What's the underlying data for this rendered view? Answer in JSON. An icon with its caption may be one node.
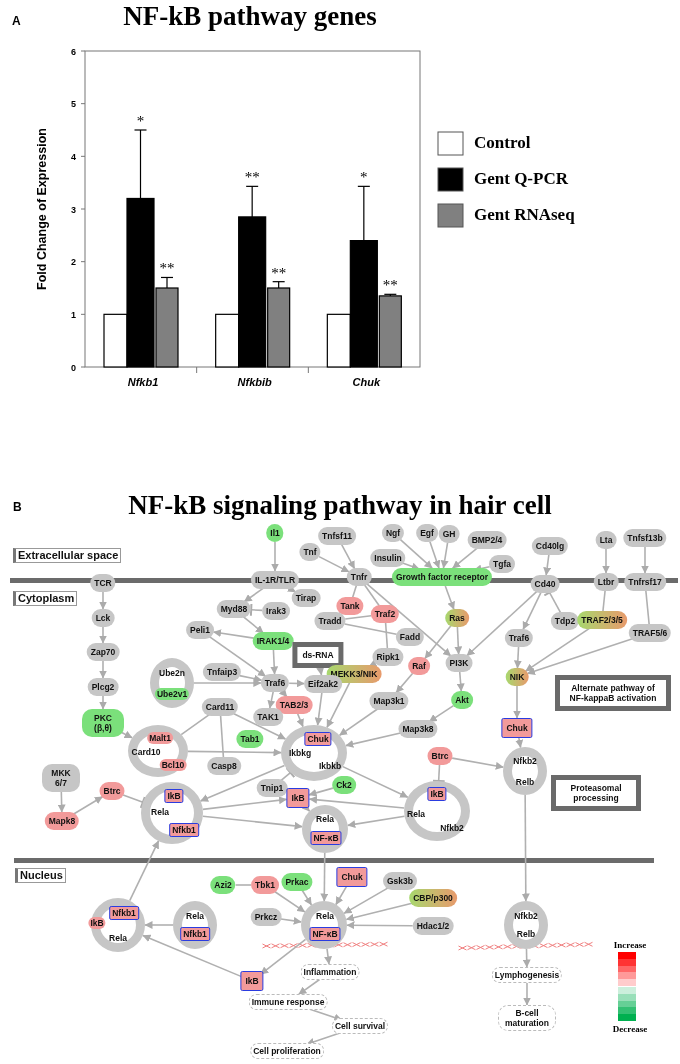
{
  "diagram": {
    "title": "NF-kB signaling pathway in hair cell",
    "nodes": [
      {
        "text": [
          "Extracellular space"
        ]
      },
      {
        "text": [
          "Cytoplasm"
        ]
      },
      {
        "text": [
          "Nucleus"
        ]
      },
      {
        "text": [
          "Il1"
        ]
      },
      {
        "text": [
          "Tnf"
        ]
      },
      {
        "text": [
          "Tnfsf11"
        ]
      },
      {
        "text": [
          "Ngf"
        ]
      },
      {
        "text": [
          "Egf"
        ]
      },
      {
        "text": [
          "GH"
        ]
      },
      {
        "text": [
          "BMP2/4"
        ]
      },
      {
        "text": [
          "Insulin"
        ]
      },
      {
        "text": [
          "Tgfa"
        ]
      },
      {
        "text": [
          "Cd40lg"
        ]
      },
      {
        "text": [
          "Lta"
        ]
      },
      {
        "text": [
          "Tnfsf13b"
        ]
      },
      {
        "text": [
          "TCR"
        ]
      },
      {
        "text": [
          "IL-1R/TLR"
        ]
      },
      {
        "text": [
          "Tnfr"
        ]
      },
      {
        "text": [
          "Growth factor receptor"
        ]
      },
      {
        "text": [
          "Cd40"
        ]
      },
      {
        "text": [
          "Ltbr"
        ]
      },
      {
        "text": [
          "Tnfrsf17"
        ]
      },
      {
        "text": [
          "Tirap"
        ]
      },
      {
        "text": [
          "Tank"
        ]
      },
      {
        "text": [
          "Myd88"
        ]
      },
      {
        "text": [
          "Irak3"
        ]
      },
      {
        "text": [
          "Traf2"
        ]
      },
      {
        "text": [
          "Ras"
        ]
      },
      {
        "text": [
          "Tdp2"
        ]
      },
      {
        "text": [
          "TRAF2/3/5"
        ]
      },
      {
        "text": [
          "Lck"
        ]
      },
      {
        "text": [
          "Tradd"
        ]
      },
      {
        "text": [
          "TRAF5/6"
        ]
      },
      {
        "text": [
          "Fadd"
        ]
      },
      {
        "text": [
          "IRAK1/4"
        ]
      },
      {
        "text": [
          "Traf6"
        ]
      },
      {
        "text": [
          "Peli1"
        ]
      },
      {
        "text": [
          "Zap70"
        ]
      },
      {
        "text": [
          "ds-RNA"
        ]
      },
      {
        "text": [
          "Ripk1"
        ]
      },
      {
        "text": [
          "PI3K"
        ]
      },
      {
        "text": [
          "Raf"
        ]
      },
      {
        "text": [
          "Tnfaip3"
        ]
      },
      {
        "text": [
          "MEKK3/NIK"
        ]
      },
      {
        "text": [
          "NIK"
        ]
      },
      {
        "text": [],
        "shape": "circle"
      },
      {
        "text": [
          "Ube2n"
        ],
        "in": 45
      },
      {
        "text": [
          "Ube2v1"
        ],
        "in": 45
      },
      {
        "text": [
          "Traf6"
        ]
      },
      {
        "text": [
          "Eif2ak2"
        ]
      },
      {
        "text": [
          "Plcg2"
        ]
      },
      {
        "text": [
          "Alternate pathway of NF-kappaB activation"
        ]
      },
      {
        "text": [
          "Akt"
        ]
      },
      {
        "text": [
          "Map3k1"
        ]
      },
      {
        "text": [
          "TAB2/3"
        ]
      },
      {
        "text": [
          "Card11"
        ]
      },
      {
        "text": [
          "TAK1"
        ]
      },
      {
        "text": [
          "PKC (β,θ)"
        ]
      },
      {
        "text": [],
        "shape": "circle"
      },
      {
        "text": [
          "Malt1"
        ],
        "in": 58
      },
      {
        "text": [
          "Card10"
        ],
        "in": 58
      },
      {
        "text": [
          "Bcl10"
        ],
        "in": 58
      },
      {
        "text": [
          "Map3k8"
        ]
      },
      {
        "text": [
          "Chuk"
        ]
      },
      {
        "text": [],
        "shape": "circle"
      },
      {
        "text": [
          "Chuk"
        ],
        "in": 64
      },
      {
        "text": [
          "Ikbkg"
        ],
        "in": 64
      },
      {
        "text": [
          "Ikbkb"
        ],
        "in": 64
      },
      {
        "text": [
          "Tab1"
        ]
      },
      {
        "text": [
          "Casp8"
        ]
      },
      {
        "text": [
          "Btrc"
        ]
      },
      {
        "text": [],
        "shape": "circle"
      },
      {
        "text": [
          "Nfkb2"
        ],
        "in": 71
      },
      {
        "text": [
          "Relb"
        ],
        "in": 71
      },
      {
        "text": [
          "MKK 6/7"
        ]
      },
      {
        "text": [
          "Proteasomal processing"
        ]
      },
      {
        "text": [
          "Tnip1"
        ]
      },
      {
        "text": [
          "Ck2"
        ]
      },
      {
        "text": [
          "Btrc"
        ]
      },
      {
        "text": [],
        "shape": "circle"
      },
      {
        "text": [
          "IkB"
        ],
        "in": 79
      },
      {
        "text": [
          "Rela"
        ],
        "in": 79
      },
      {
        "text": [
          "Nfkb1"
        ],
        "in": 79
      },
      {
        "text": [
          "IkB"
        ]
      },
      {
        "text": [],
        "shape": "circle"
      },
      {
        "text": [
          "IkB"
        ],
        "in": 84
      },
      {
        "text": [
          "Rela"
        ],
        "in": 84
      },
      {
        "text": [
          "Nfkb2"
        ],
        "in": 84
      },
      {
        "text": [
          "Mapk8"
        ]
      },
      {
        "text": [],
        "shape": "circle"
      },
      {
        "text": [
          "Rela"
        ],
        "in": 89
      },
      {
        "text": [
          "NF-κB"
        ],
        "in": 89
      },
      {
        "text": [
          "Azi2"
        ]
      },
      {
        "text": [
          "Tbk1"
        ]
      },
      {
        "text": [
          "Prkac"
        ]
      },
      {
        "text": [
          "Chuk"
        ]
      },
      {
        "text": [
          "Gsk3b"
        ]
      },
      {
        "text": [
          "CBP/p300"
        ]
      },
      {
        "text": [
          "Hdac1/2"
        ]
      },
      {
        "text": [],
        "shape": "circle"
      },
      {
        "text": [
          "Nfkb1"
        ],
        "in": 99
      },
      {
        "text": [
          "IkB"
        ],
        "in": 99
      },
      {
        "text": [
          "Rela"
        ],
        "in": 99
      },
      {
        "text": [],
        "shape": "circle"
      },
      {
        "text": [
          "Rela"
        ],
        "in": 103
      },
      {
        "text": [
          "Nfkb1"
        ],
        "in": 103
      },
      {
        "text": [
          "Prkcz"
        ]
      },
      {
        "text": [],
        "shape": "circle"
      },
      {
        "text": [
          "Rela"
        ],
        "in": 107
      },
      {
        "text": [
          "NF-κB"
        ],
        "in": 107
      },
      {
        "text": [],
        "shape": "circle"
      },
      {
        "text": [
          "Nfkb2"
        ],
        "in": 110
      },
      {
        "text": [
          "Relb"
        ],
        "in": 110
      },
      {
        "text": [
          "Inflammation"
        ]
      },
      {
        "text": [
          "Lymphogenesis"
        ]
      },
      {
        "text": [
          "IkB"
        ]
      },
      {
        "text": [
          "Immune response"
        ]
      },
      {
        "text": [
          "B-cell maturation"
        ]
      },
      {
        "text": [
          "Cell survival"
        ]
      },
      {
        "text": [
          "Cell proliferation"
        ]
      }
    ],
    "edges": [
      {
        "from": 3,
        "to": 16,
        "arrow": "to"
      },
      {
        "from": 4,
        "to": 17,
        "arrow": "to"
      },
      {
        "from": 5,
        "to": 17,
        "arrow": "to"
      },
      {
        "from": 6,
        "to": 18,
        "arrow": "to"
      },
      {
        "from": 7,
        "to": 18,
        "arrow": "to"
      },
      {
        "from": 8,
        "to": 18,
        "arrow": "to"
      },
      {
        "from": 9,
        "to": 18,
        "arrow": "to"
      },
      {
        "from": 10,
        "to": 18,
        "arrow": "to"
      },
      {
        "from": 11,
        "to": 18,
        "arrow": "to"
      },
      {
        "from": 12,
        "to": 19,
        "arrow": "to"
      },
      {
        "from": 13,
        "to": 20,
        "arrow": "to"
      },
      {
        "from": 14,
        "to": 21,
        "arrow": "to"
      },
      {
        "from": 16,
        "to": 24,
        "arrow": "to"
      },
      {
        "from": 16,
        "to": 22,
        "arrow": "to"
      },
      {
        "from": 25,
        "to": 24,
        "arrow": "other"
      },
      {
        "from": 24,
        "to": 34,
        "arrow": "to"
      },
      {
        "from": 34,
        "to": 36,
        "arrow": "to"
      },
      {
        "from": 34,
        "to": 48,
        "arrow": "to"
      },
      {
        "from": 36,
        "to": 48,
        "arrow": "to"
      },
      {
        "from": 42,
        "to": 48,
        "arrow": "to"
      },
      {
        "from": 45,
        "to": 48,
        "arrow": "to"
      },
      {
        "from": 15,
        "to": 30,
        "arrow": "to"
      },
      {
        "from": 30,
        "to": 37,
        "arrow": "to"
      },
      {
        "from": 37,
        "to": 50,
        "arrow": "to"
      },
      {
        "from": 50,
        "to": 57,
        "arrow": "to"
      },
      {
        "from": 57,
        "to": 58,
        "arrow": "to"
      },
      {
        "from": 17,
        "to": 23,
        "arrow": "none"
      },
      {
        "from": 17,
        "to": 26,
        "arrow": "none"
      },
      {
        "from": 26,
        "to": 31,
        "arrow": "none"
      },
      {
        "from": 17,
        "to": 40,
        "arrow": "to"
      },
      {
        "from": 31,
        "to": 33,
        "arrow": "none"
      },
      {
        "from": 26,
        "to": 39,
        "arrow": "none"
      },
      {
        "from": 39,
        "to": 43,
        "arrow": "to"
      },
      {
        "from": 18,
        "to": 27,
        "arrow": "to"
      },
      {
        "from": 27,
        "to": 41,
        "arrow": "to"
      },
      {
        "from": 27,
        "to": 40,
        "arrow": "to"
      },
      {
        "from": 40,
        "to": 52,
        "arrow": "to"
      },
      {
        "from": 41,
        "to": 53,
        "arrow": "to"
      },
      {
        "from": 52,
        "to": 62,
        "arrow": "to"
      },
      {
        "from": 53,
        "to": 64,
        "arrow": "to"
      },
      {
        "from": 62,
        "to": 64,
        "arrow": "to"
      },
      {
        "from": 43,
        "to": 64,
        "arrow": "to"
      },
      {
        "from": 48,
        "to": 49,
        "arrow": "to"
      },
      {
        "from": 38,
        "to": 49,
        "arrow": "to"
      },
      {
        "from": 48,
        "to": 56,
        "arrow": "to"
      },
      {
        "from": 48,
        "to": 54,
        "arrow": "to"
      },
      {
        "from": 49,
        "to": 64,
        "arrow": "to"
      },
      {
        "from": 54,
        "to": 64,
        "arrow": "to"
      },
      {
        "from": 55,
        "to": 64,
        "arrow": "to"
      },
      {
        "from": 55,
        "to": 58,
        "arrow": "none"
      },
      {
        "from": 55,
        "to": 69,
        "arrow": "none"
      },
      {
        "from": 58,
        "to": 64,
        "arrow": "to"
      },
      {
        "from": 19,
        "to": 40,
        "arrow": "to"
      },
      {
        "from": 19,
        "to": 35,
        "arrow": "to"
      },
      {
        "from": 28,
        "to": 19,
        "arrow": "other"
      },
      {
        "from": 20,
        "to": 29,
        "arrow": "none"
      },
      {
        "from": 29,
        "to": 44,
        "arrow": "to"
      },
      {
        "from": 21,
        "to": 32,
        "arrow": "none"
      },
      {
        "from": 32,
        "to": 44,
        "arrow": "to"
      },
      {
        "from": 35,
        "to": 44,
        "arrow": "to"
      },
      {
        "from": 44,
        "to": 63,
        "arrow": "to"
      },
      {
        "from": 63,
        "to": 71,
        "arrow": "to"
      },
      {
        "from": 70,
        "to": 71,
        "arrow": "to"
      },
      {
        "from": 70,
        "to": 84,
        "arrow": "other"
      },
      {
        "from": 64,
        "to": 79,
        "arrow": "to"
      },
      {
        "from": 64,
        "to": 84,
        "arrow": "to"
      },
      {
        "from": 76,
        "to": 64,
        "arrow": "other"
      },
      {
        "from": 78,
        "to": 79,
        "arrow": "other"
      },
      {
        "from": 74,
        "to": 88,
        "arrow": "to"
      },
      {
        "from": 88,
        "to": 78,
        "arrow": "to"
      },
      {
        "from": 79,
        "to": 83,
        "arrow": "to"
      },
      {
        "from": 84,
        "to": 83,
        "arrow": "to"
      },
      {
        "from": 83,
        "to": 89,
        "arrow": "to"
      },
      {
        "from": 79,
        "to": 89,
        "arrow": "to"
      },
      {
        "from": 84,
        "to": 89,
        "arrow": "to"
      },
      {
        "from": 77,
        "to": 83,
        "arrow": "to"
      },
      {
        "from": 71,
        "to": 110,
        "arrow": "to"
      },
      {
        "from": 99,
        "to": 79,
        "arrow": "to"
      },
      {
        "from": 89,
        "to": 107,
        "arrow": "to"
      },
      {
        "from": 92,
        "to": 93,
        "arrow": "none"
      },
      {
        "from": 93,
        "to": 107,
        "arrow": "to"
      },
      {
        "from": 106,
        "to": 107,
        "arrow": "to"
      },
      {
        "from": 94,
        "to": 107,
        "arrow": "to"
      },
      {
        "from": 95,
        "to": 107,
        "arrow": "to"
      },
      {
        "from": 96,
        "to": 107,
        "arrow": "to"
      },
      {
        "from": 97,
        "to": 107,
        "arrow": "to"
      },
      {
        "from": 98,
        "to": 107,
        "arrow": "to"
      },
      {
        "from": 107,
        "to": 115,
        "arrow": "to"
      },
      {
        "from": 107,
        "to": 113,
        "arrow": "to"
      },
      {
        "from": 113,
        "to": 116,
        "arrow": "to"
      },
      {
        "from": 116,
        "to": 118,
        "arrow": "to"
      },
      {
        "from": 118,
        "to": 119,
        "arrow": "to"
      },
      {
        "from": 115,
        "to": 99,
        "arrow": "to"
      },
      {
        "from": 103,
        "to": 99,
        "arrow": "to"
      },
      {
        "from": 110,
        "to": 114,
        "arrow": "to"
      },
      {
        "from": 114,
        "to": 117,
        "arrow": "to"
      }
    ],
    "labels": [
      "A",
      "B"
    ],
    "legend": [
      {
        "text": "Increase",
        "color": "#ff0000"
      },
      {
        "text": "Decrease",
        "color": "#00b050"
      }
    ],
    "chart_data": {
      "type": "bar",
      "title": "NF-kB pathway genes",
      "ylabel": "Fold Change of Expression",
      "categories": [
        "Nfkb1",
        "Nfkbib",
        "Chuk"
      ],
      "series": [
        {
          "name": "Control",
          "color": "#ffffff",
          "values": [
            1,
            1,
            1
          ]
        },
        {
          "name": "Gent Q-PCR",
          "color": "#000000",
          "values": [
            3.2,
            2.85,
            2.4
          ],
          "errors": [
            1.3,
            0.58,
            1.03
          ]
        },
        {
          "name": "Gent RNAseq",
          "color": "#808080",
          "values": [
            1.5,
            1.5,
            1.35
          ],
          "errors": [
            0.2,
            0.12,
            0.03
          ]
        }
      ],
      "ylim": [
        0,
        6
      ],
      "yticks": [
        0,
        1,
        2,
        3,
        4,
        5,
        6
      ],
      "annotations": [
        "*",
        "**",
        "**",
        "**",
        "*",
        "**"
      ]
    }
  }
}
